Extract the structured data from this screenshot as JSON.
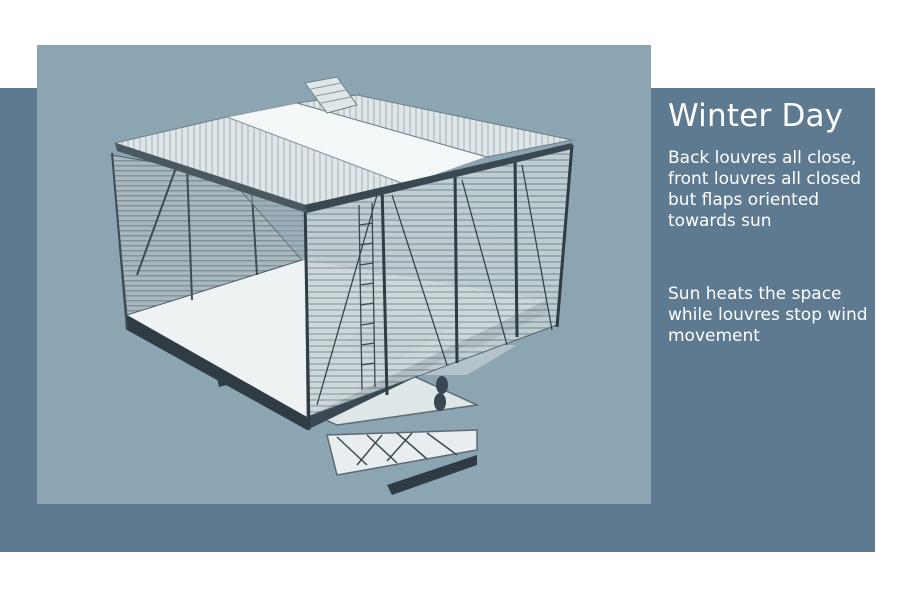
{
  "slide": {
    "title": "Winter Day",
    "paragraphs": [
      "Back louvres all close, front louvres all closed but flaps oriented towards sun",
      "Sun heats the space while louvres stop wind movement"
    ]
  },
  "colors": {
    "band": "#5e7a91",
    "render_background": "#8ba5b2",
    "text": "#ffffff"
  }
}
